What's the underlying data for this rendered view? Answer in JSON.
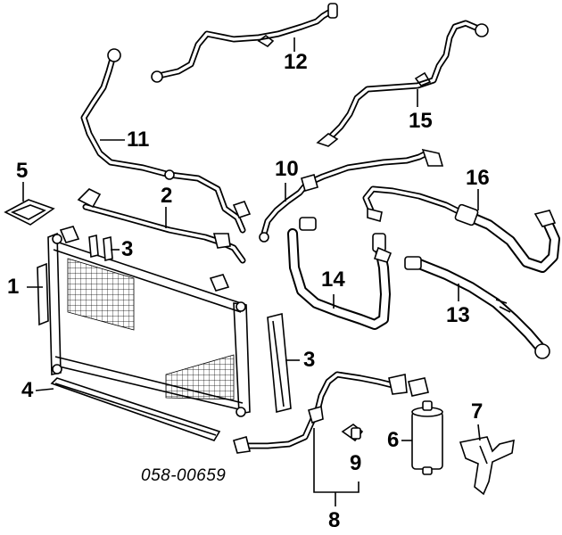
{
  "diagram": {
    "reference_code": "058-00659",
    "callouts": {
      "c1": "1",
      "c2": "2",
      "c3a": "3",
      "c3b": "3",
      "c4": "4",
      "c5": "5",
      "c6": "6",
      "c7": "7",
      "c8": "8",
      "c9": "9",
      "c10": "10",
      "c11": "11",
      "c12": "12",
      "c13": "13",
      "c14": "14",
      "c15": "15",
      "c16": "16"
    }
  }
}
